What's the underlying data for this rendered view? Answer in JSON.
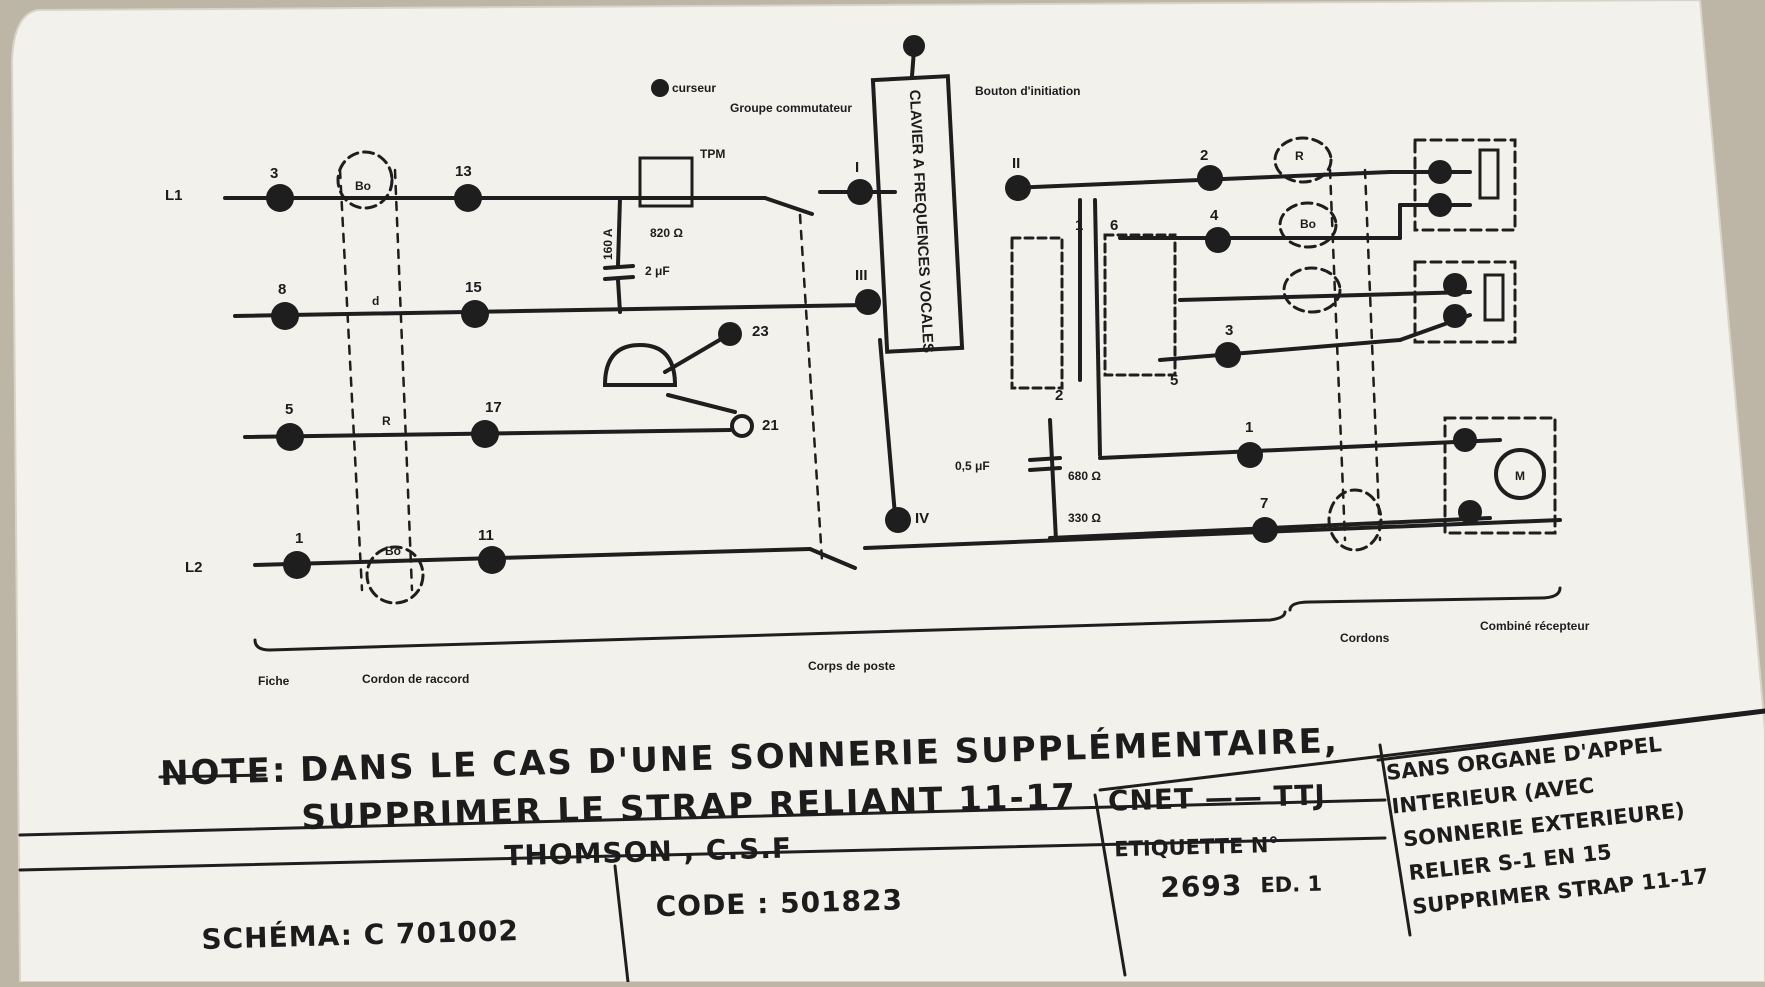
{
  "lines": {
    "l1": "L1",
    "l2": "L2"
  },
  "terminals": {
    "t3a": "3",
    "t8": "8",
    "t5": "5",
    "t1": "1",
    "t13": "13",
    "t15": "15",
    "t17": "17",
    "t11": "11",
    "t23": "23",
    "t21": "21",
    "r1": "I",
    "r2": "II",
    "r3": "III",
    "r4": "IV",
    "rt2": "2",
    "rt4": "4",
    "rt3": "3",
    "rt1": "1",
    "rt7": "7",
    "tr1": "1",
    "tr2": "2",
    "tr5": "5",
    "tr6": "6"
  },
  "components": {
    "cursor": "curseur",
    "groupe": "Groupe commutateur",
    "tpm": "TPM",
    "r820": "820 Ω",
    "c160": "160 A",
    "c2uf": "2 μF",
    "clavier": "CLAVIER A FREQUENCES VOCALES",
    "bouton": "Bouton d'initiation",
    "c05": "0,5 μF",
    "r680": "680 Ω",
    "r330": "330 Ω",
    "bo": "Bo",
    "d": "d",
    "r": "R",
    "mic": "M"
  },
  "bottom_labels": {
    "fiche": "Fiche",
    "cordon": "Cordon de raccord",
    "corps": "Corps de poste",
    "cordons": "Cordons",
    "combine": "Combiné récepteur"
  },
  "note": {
    "prefix": "NOTE:",
    "line1": "DANS LE CAS D'UNE SONNERIE SUPPLÉMENTAIRE,",
    "line2": "SUPPRIMER LE STRAP RELIANT 11-17"
  },
  "title_block": {
    "maker": "THOMSON , C.S.F",
    "schema": "SCHÉMA: C 701002",
    "code": "CODE : 501823",
    "cnet": "CNET —— TTJ",
    "etiquette": "ETIQUETTE N°",
    "etiq_num": "2693",
    "ed": "ED. 1",
    "side1": "SANS ORGANE D'APPEL",
    "side2": "INTERIEUR (AVEC",
    "side3": "SONNERIE EXTERIEURE)",
    "side4": "RELIER S-1 EN 15",
    "side5": "SUPPRIMER STRAP 11-17"
  }
}
